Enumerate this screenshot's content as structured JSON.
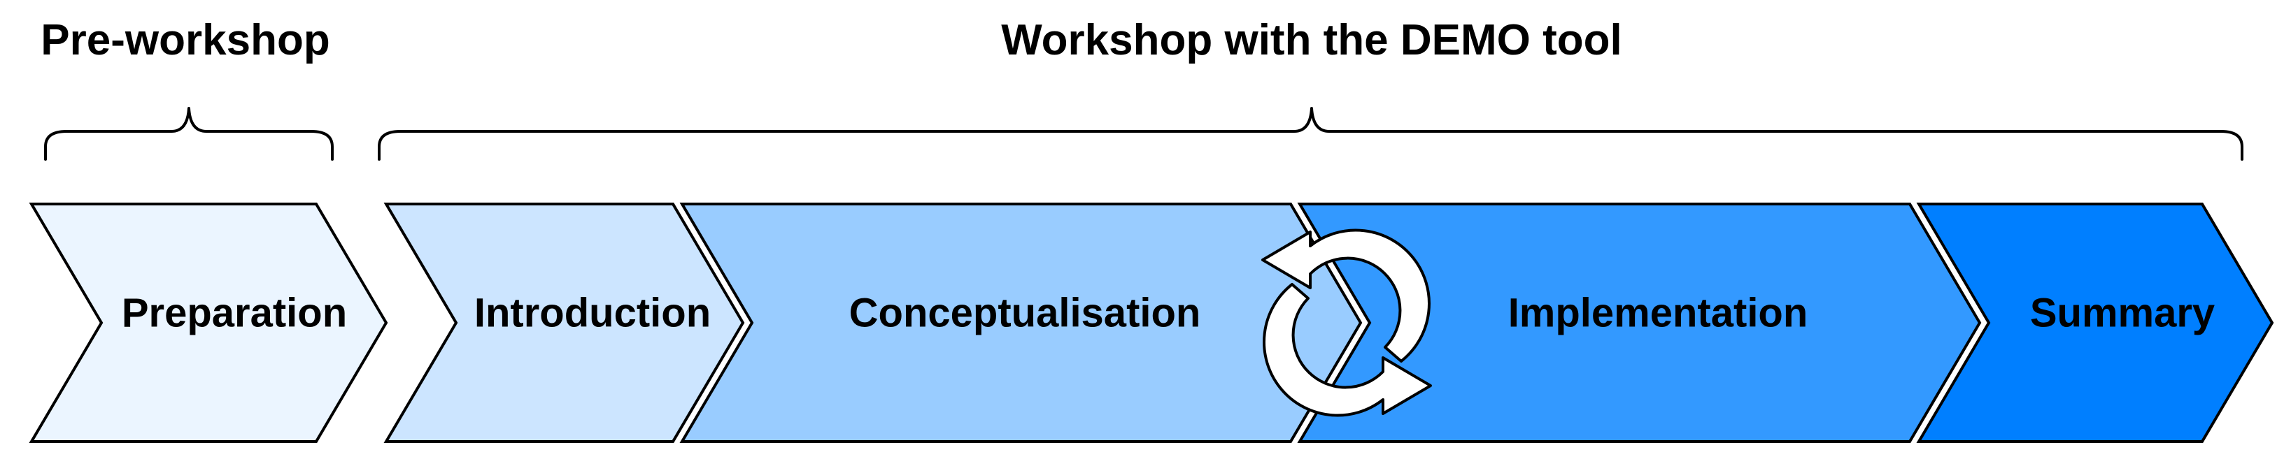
{
  "headers": {
    "pre_workshop": "Pre-workshop",
    "workshop": "Workshop with the DEMO tool"
  },
  "phases": [
    {
      "label": "Preparation",
      "fill": "#EBF5FF"
    },
    {
      "label": "Introduction",
      "fill": "#CCE5FF"
    },
    {
      "label": "Conceptualisation",
      "fill": "#99CCFF"
    },
    {
      "label": "Implementation",
      "fill": "#3399FF"
    },
    {
      "label": "Summary",
      "fill": "#007FFF"
    }
  ],
  "cycle_icon": "refresh-cycle-icon"
}
